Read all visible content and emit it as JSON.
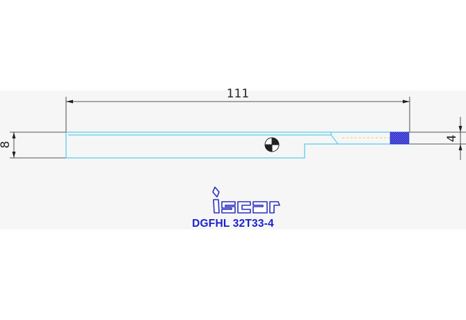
{
  "drawing": {
    "overall_length": "111",
    "height_left": "8",
    "height_right": "4"
  },
  "logo": {
    "brand": "iscar"
  },
  "caption": {
    "part_number": "DGFHL 32T33-4"
  },
  "colors": {
    "outline": "#2fc3e8",
    "dimension_line": "#222222",
    "caption": "#1a1fd0",
    "logo": "#2a2fbf",
    "insert_mesh": "#2b2bd0"
  }
}
